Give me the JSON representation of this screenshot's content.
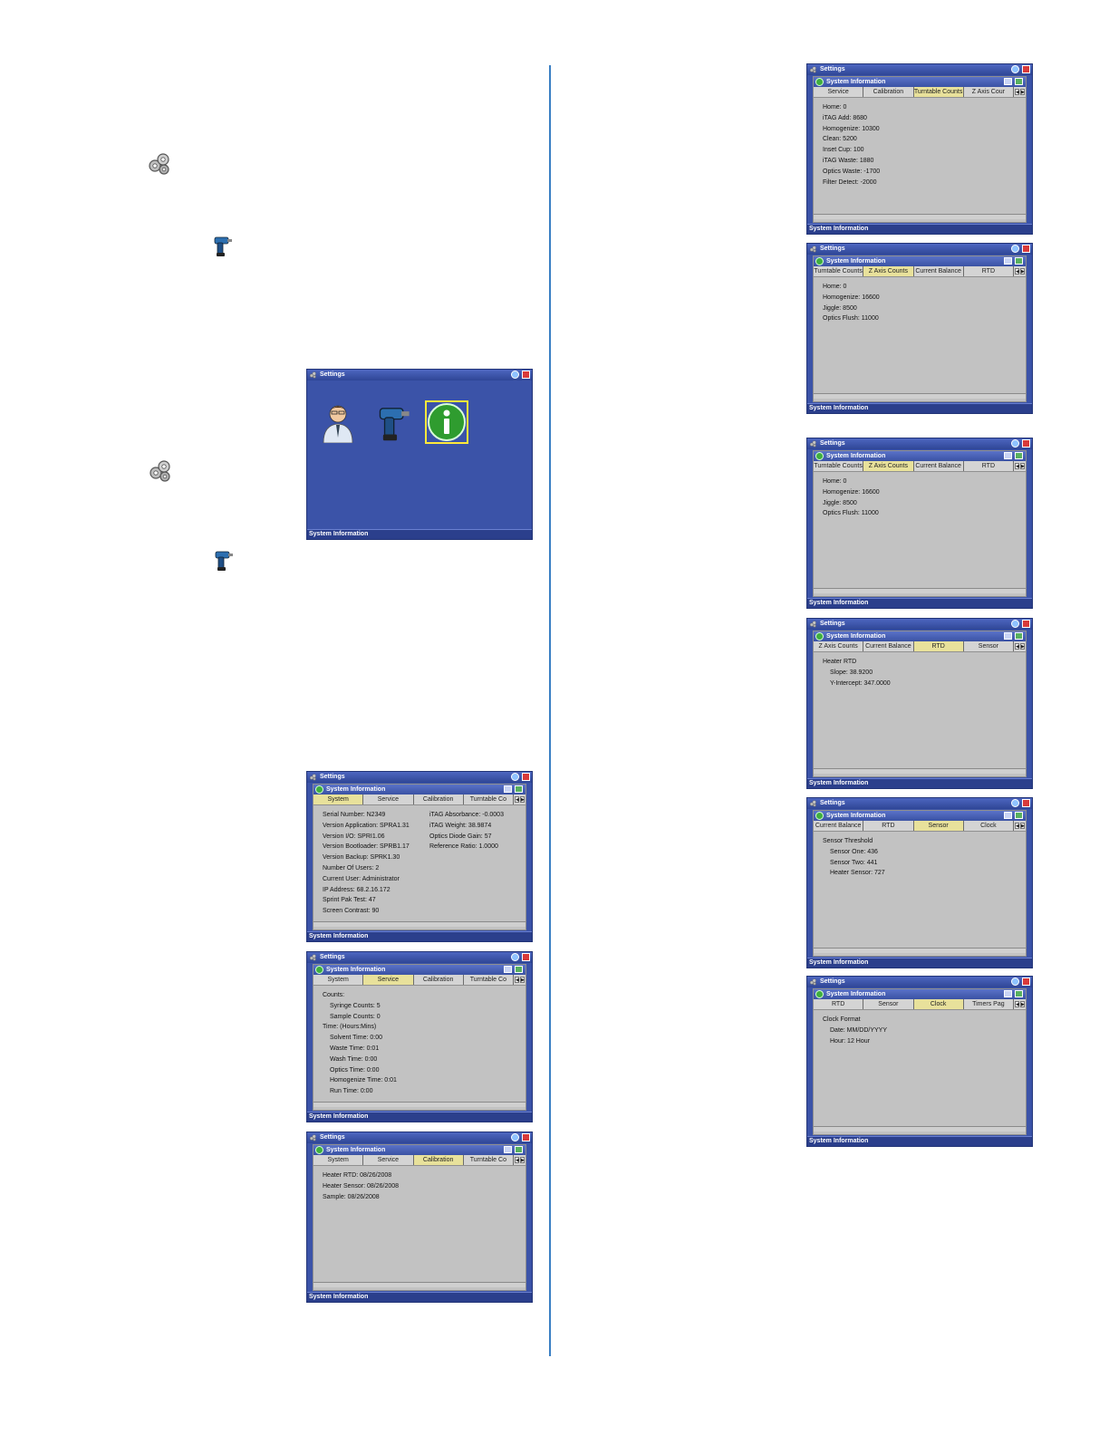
{
  "common": {
    "title": "Settings",
    "status": "System Information",
    "panel_title": "System Information"
  },
  "main_screen": {
    "icons": [
      "user-icon",
      "drill-icon",
      "info-icon"
    ],
    "selected": "info-icon"
  },
  "screens": [
    {
      "tabs": [
        {
          "label": "System",
          "active": true
        },
        {
          "label": "Service",
          "active": false
        },
        {
          "label": "Calibration",
          "active": false
        },
        {
          "label": "Turntable Co",
          "active": false
        }
      ],
      "lines": [
        "Serial Number: N2349",
        "Version Application: SPRA1.31",
        "Version I/O: SPRI1.06",
        "Version Bootloader: SPRB1.17",
        "Version Backup: SPRK1.30",
        "Number Of Users: 2",
        "Current User: Administrator",
        "IP Address: 68.2.16.172",
        "Sprint Pak Test: 47",
        "Screen Contrast: 90"
      ],
      "lines_col2": [
        "iTAG Absorbance: -0.0003",
        "iTAG Weight: 38.9874",
        "Optics Diode Gain: 57",
        "Reference Ratio: 1.0000"
      ]
    },
    {
      "tabs": [
        {
          "label": "System",
          "active": false
        },
        {
          "label": "Service",
          "active": true
        },
        {
          "label": "Calibration",
          "active": false
        },
        {
          "label": "Turntable Co",
          "active": false
        }
      ],
      "lines": [
        "Counts:",
        "Syringe Counts: 5",
        "Sample Counts: 0",
        "Time: (Hours:Mins)",
        "Solvent Time: 0:00",
        "Waste Time: 0:01",
        "Wash Time: 0:00",
        "Optics Time: 0:00",
        "Homogenize Time: 0:01",
        "Run Time: 0:00"
      ],
      "indents": [
        false,
        true,
        true,
        false,
        true,
        true,
        true,
        true,
        true,
        true
      ],
      "lines_col2": []
    },
    {
      "tabs": [
        {
          "label": "System",
          "active": false
        },
        {
          "label": "Service",
          "active": false
        },
        {
          "label": "Calibration",
          "active": true
        },
        {
          "label": "Turntable Co",
          "active": false
        }
      ],
      "lines": [
        "Heater RTD: 08/26/2008",
        "Heater Sensor: 08/26/2008",
        "Sample: 08/26/2008"
      ],
      "lines_col2": []
    },
    {
      "tabs": [
        {
          "label": "Service",
          "active": false
        },
        {
          "label": "Calibration",
          "active": false
        },
        {
          "label": "Turntable Counts",
          "active": true
        },
        {
          "label": "Z Axis Cour",
          "active": false
        }
      ],
      "lines": [
        "Home: 0",
        "iTAG Add: 8680",
        "Homogenize: 10300",
        "Clean: 5200",
        "Inset Cup: 100",
        "iTAG Waste: 1880",
        "Optics Waste: -1700",
        "Filter Detect: -2000"
      ],
      "lines_col2": []
    },
    {
      "tabs": [
        {
          "label": "Turntable Counts",
          "active": false
        },
        {
          "label": "Z Axis Counts",
          "active": true
        },
        {
          "label": "Current Balance",
          "active": false
        },
        {
          "label": "RTD",
          "active": false
        }
      ],
      "lines": [
        "Home: 0",
        "Homogenize: 16600",
        "Jiggle: 8500",
        "Optics Flush: 11000"
      ],
      "lines_col2": []
    },
    {
      "tabs": [
        {
          "label": "Turntable Counts",
          "active": false
        },
        {
          "label": "Z Axis Counts",
          "active": true
        },
        {
          "label": "Current Balance",
          "active": false
        },
        {
          "label": "RTD",
          "active": false
        }
      ],
      "lines": [
        "Home: 0",
        "Homogenize: 16600",
        "Jiggle: 8500",
        "Optics Flush: 11000"
      ],
      "lines_col2": []
    },
    {
      "tabs": [
        {
          "label": "Z Axis Counts",
          "active": false
        },
        {
          "label": "Current Balance",
          "active": false
        },
        {
          "label": "RTD",
          "active": true
        },
        {
          "label": "Sensor",
          "active": false
        }
      ],
      "lines": [
        "Heater RTD",
        "Slope: 38.9200",
        "Y-Intercept: 347.0000"
      ],
      "indents": [
        false,
        true,
        true
      ],
      "lines_col2": []
    },
    {
      "tabs": [
        {
          "label": "Current Balance",
          "active": false
        },
        {
          "label": "RTD",
          "active": false
        },
        {
          "label": "Sensor",
          "active": true
        },
        {
          "label": "Clock",
          "active": false
        }
      ],
      "lines": [
        "Sensor Threshold",
        "Sensor One: 436",
        "Sensor Two: 441",
        "Heater Sensor: 727"
      ],
      "indents": [
        false,
        true,
        true,
        true
      ],
      "lines_col2": []
    },
    {
      "tabs": [
        {
          "label": "RTD",
          "active": false
        },
        {
          "label": "Sensor",
          "active": false
        },
        {
          "label": "Clock",
          "active": true
        },
        {
          "label": "Timers Pag",
          "active": false
        }
      ],
      "lines": [
        "Clock Format",
        "Date: MM/DD/YYYY",
        "Hour: 12 Hour"
      ],
      "indents": [
        false,
        true,
        true
      ],
      "lines_col2": []
    }
  ]
}
